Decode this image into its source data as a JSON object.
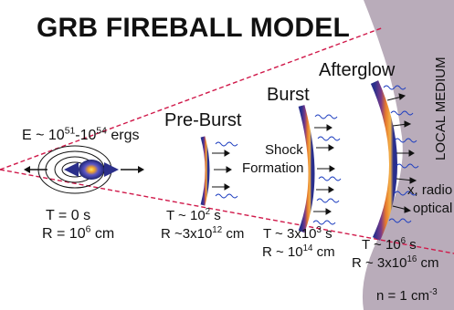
{
  "title": "GRB FIREBALL MODEL",
  "stages": {
    "preburst": "Pre-Burst",
    "burst": "Burst",
    "afterglow": "Afterglow"
  },
  "energy": {
    "prefix": "E ~ 10",
    "exp1": "51",
    "mid": "-10",
    "exp2": "54",
    "suffix": " ergs"
  },
  "origin": {
    "t": "T = 0 s",
    "r_base": "R = 10",
    "r_exp": "6",
    "r_unit": " cm"
  },
  "preburst_params": {
    "t_base": "T ~ 10",
    "t_exp": "2",
    "t_unit": " s",
    "r_base": "R ~3x10",
    "r_exp": "12",
    "r_unit": " cm"
  },
  "burst_params": {
    "t_base": "T ~ 3x10",
    "t_exp": "3",
    "t_unit": " s",
    "r_base": "R ~ 10",
    "r_exp": "14",
    "r_unit": " cm"
  },
  "afterglow_params": {
    "t_base": "T ~ 10",
    "t_exp": "6",
    "t_unit": " s",
    "r_base": "R ~ 3x10",
    "r_exp": "16",
    "r_unit": " cm"
  },
  "shock": {
    "line1": "Shock",
    "line2": "Formation"
  },
  "local_medium": "LOCAL MEDIUM",
  "emission": {
    "line1": "x, radio",
    "line2": "optical"
  },
  "density": {
    "base": "n = 1 cm",
    "exp": "-3"
  },
  "colors": {
    "medium": "#b9acba",
    "shell_outer": "#2b2f8a",
    "shell_inner": "#e8752a",
    "cone": "#d0194a",
    "wave": "#2040c0"
  }
}
